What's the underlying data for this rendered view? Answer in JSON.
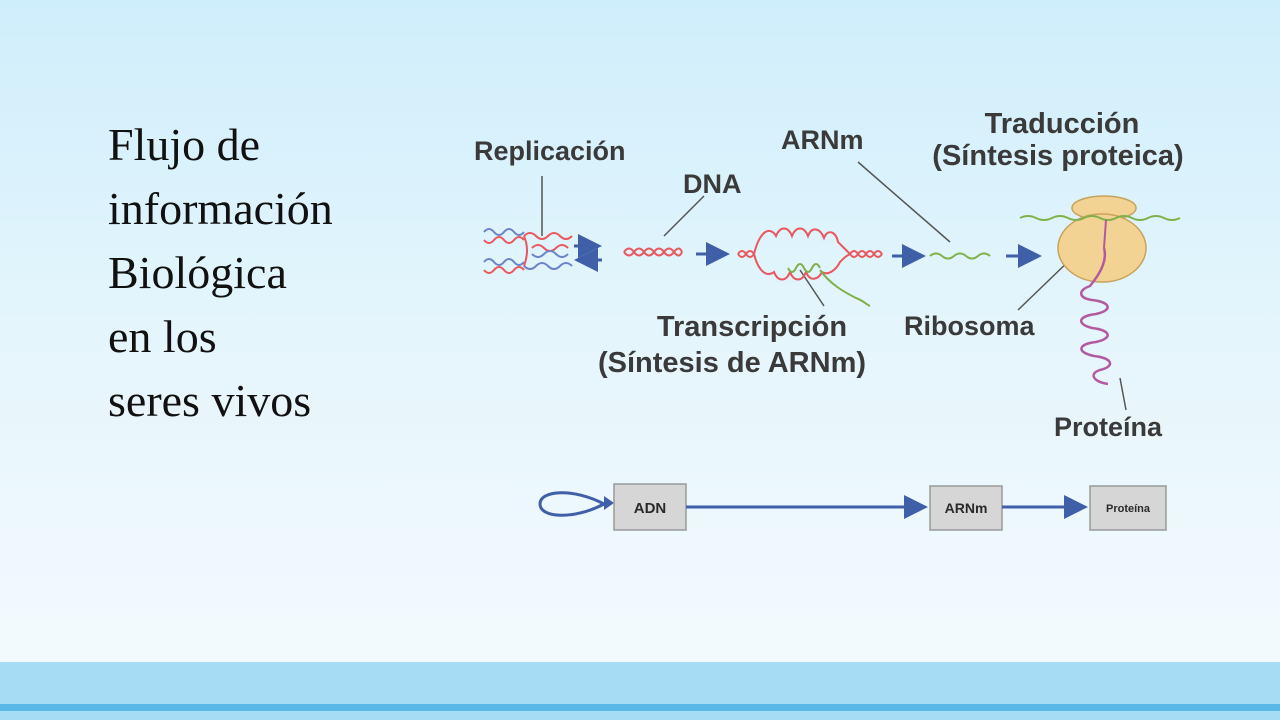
{
  "slide": {
    "title_lines": [
      "Flujo de",
      "información",
      "Biológica",
      "en los",
      "seres vivos"
    ]
  },
  "diagram": {
    "labels": {
      "replicacion": "Replicación",
      "dna": "DNA",
      "arnm": "ARNm",
      "traduccion_1": "Traducción",
      "traduccion_2": "(Síntesis proteica)",
      "transcripcion_1": "Transcripción",
      "transcripcion_2": "(Síntesis de ARNm)",
      "ribosoma": "Ribosoma",
      "proteina": "Proteína"
    },
    "flow_boxes": {
      "adn": "ADN",
      "arnm": "ARNm",
      "proteina": "Proteína"
    },
    "colors": {
      "dna_red": "#e8585e",
      "dna_blue": "#6b84c8",
      "mrna_green": "#7fb14a",
      "protein_purple": "#b25aa0",
      "ribosome_fill": "#f3d393",
      "arrow_blue": "#3f5fa8",
      "box_gray": "#d6d6d6"
    }
  }
}
